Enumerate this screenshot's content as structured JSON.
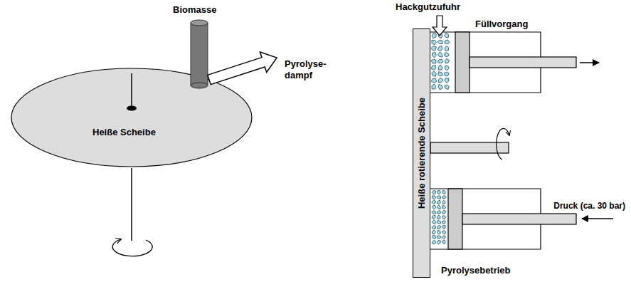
{
  "diagram": {
    "nodes": [
      {
        "text": [
          "Heiße Scheibe"
        ]
      },
      {
        "text": [
          "Heiße rotierende Scheibe"
        ]
      }
    ],
    "labels": [
      "Biomasse",
      "Pyrolyse- dampf",
      "Hackgutzufuhr",
      "Füllvorgang",
      "Druck (ca. 30 bar)",
      "Pyrolysebetrieb"
    ]
  }
}
